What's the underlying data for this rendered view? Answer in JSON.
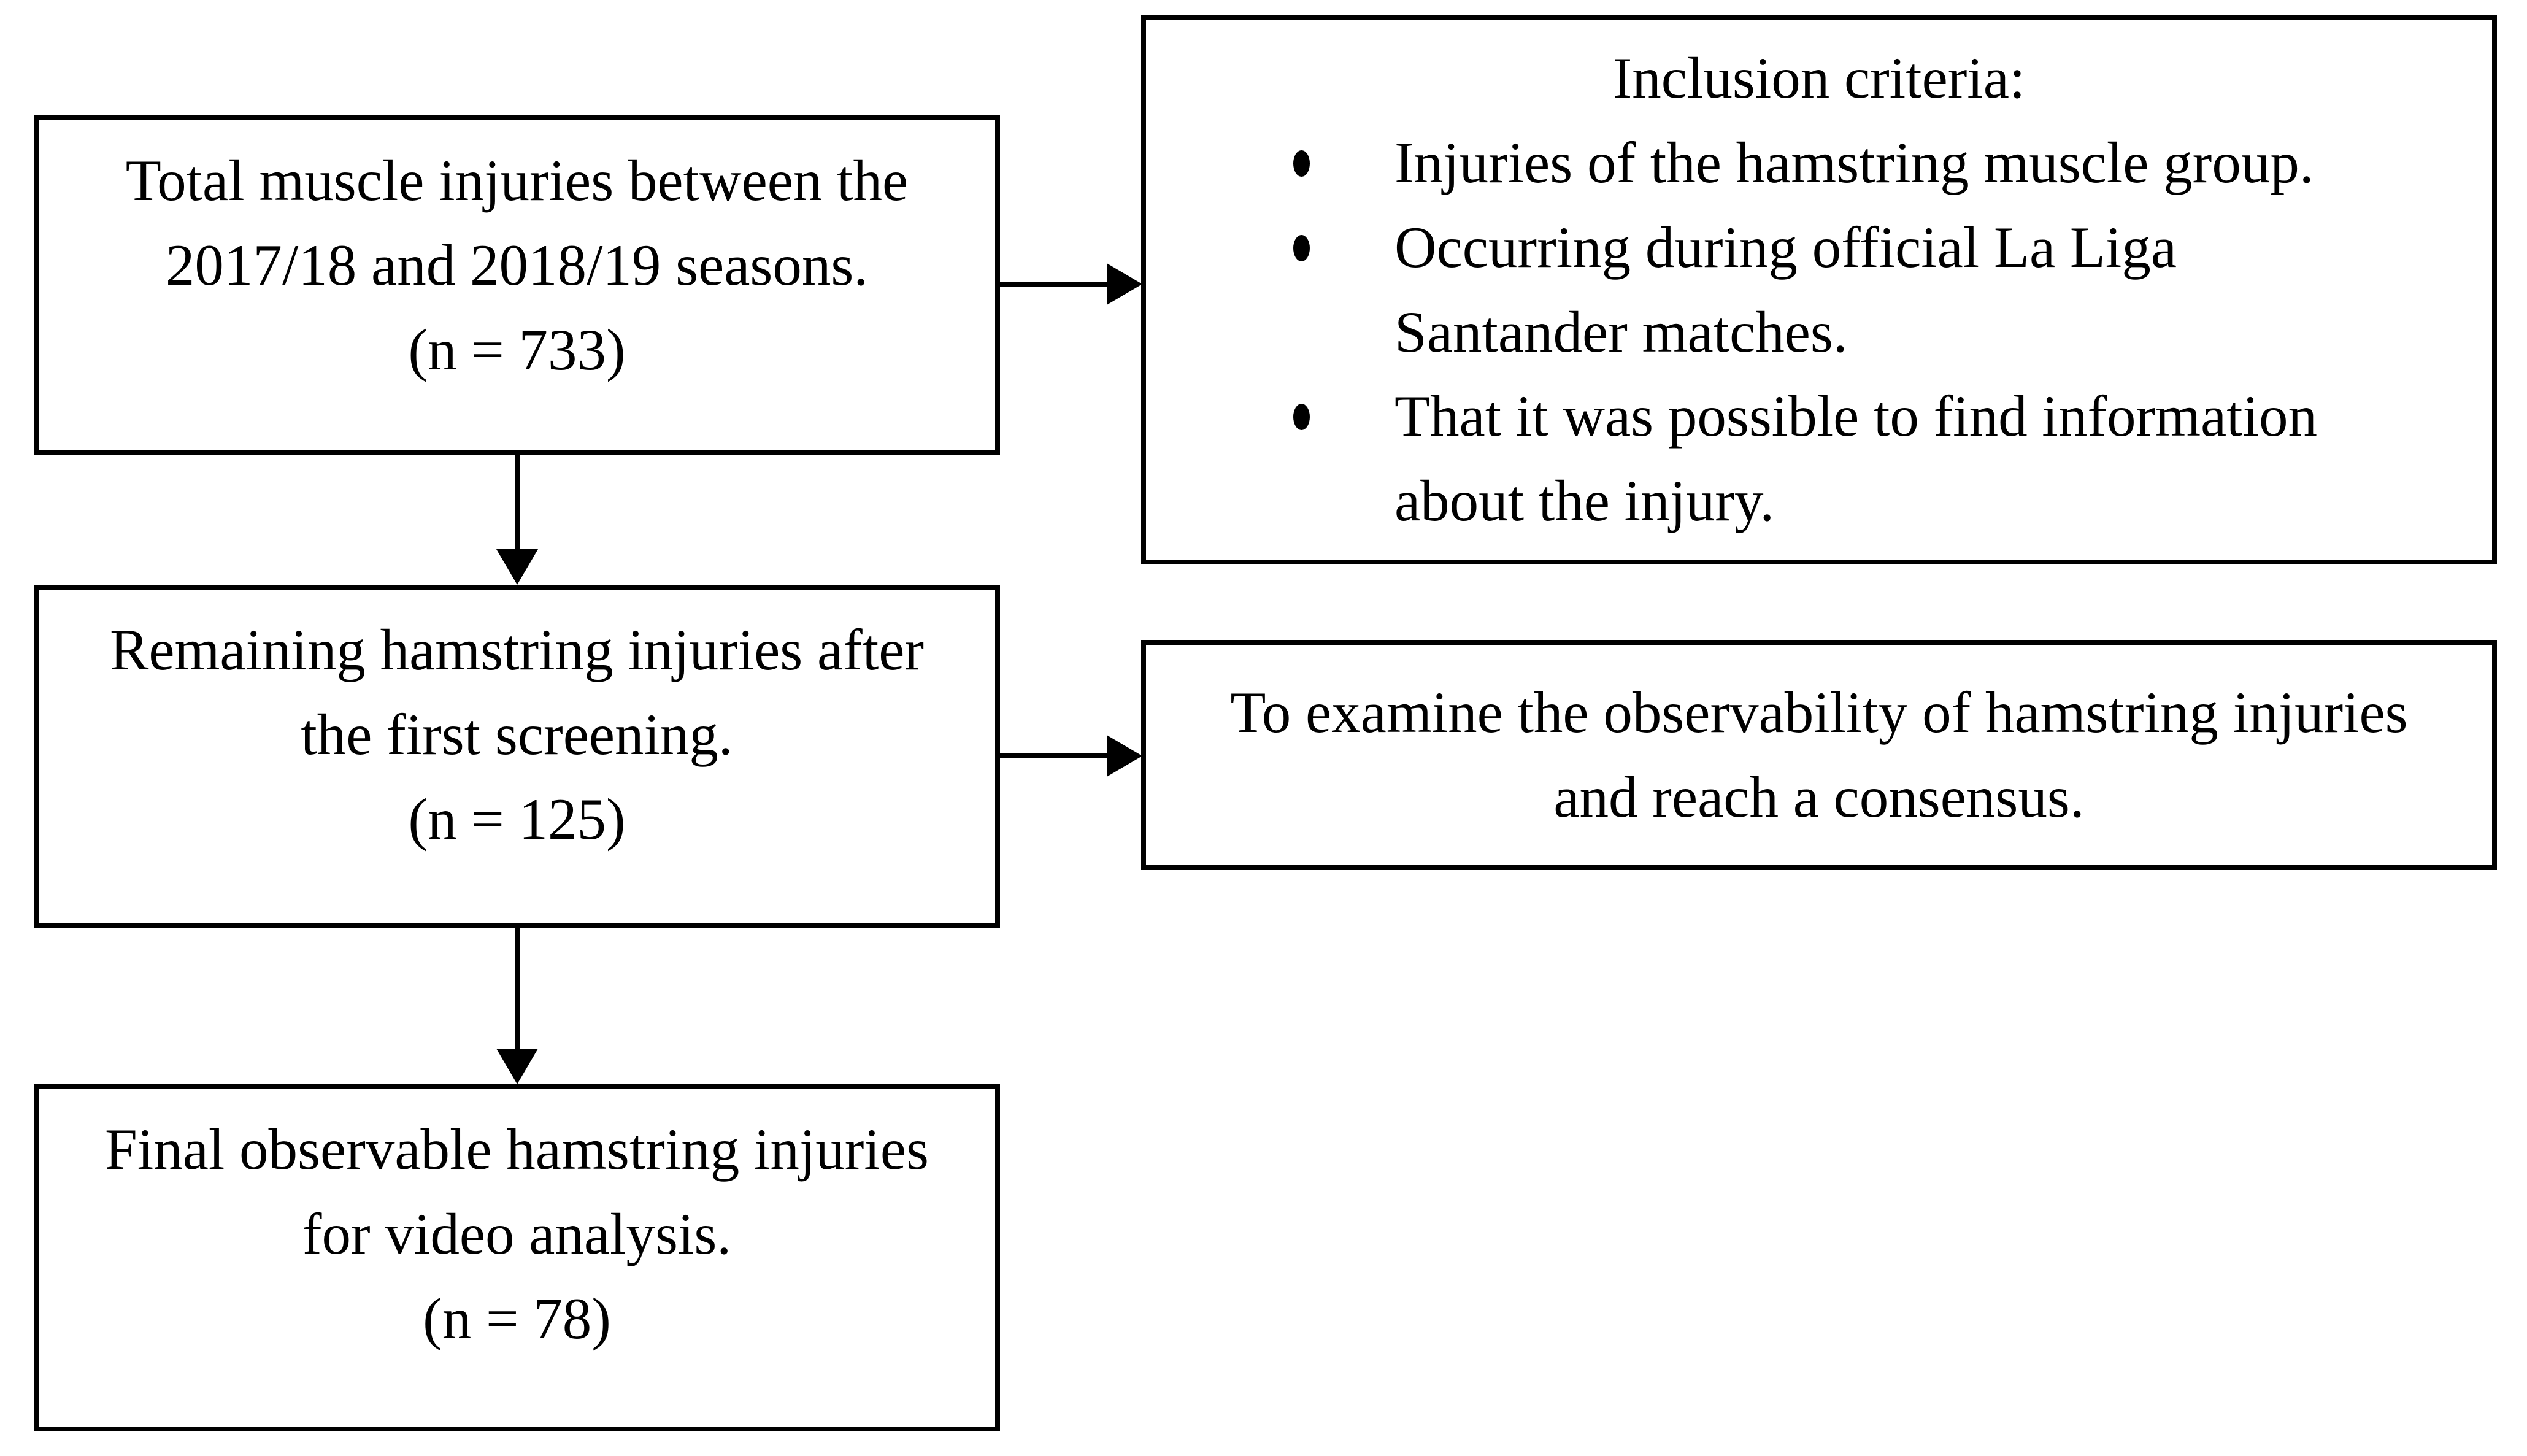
{
  "diagram": {
    "title": "Hamstring injury screening flowchart",
    "colors": {
      "background": "#ffffff",
      "border": "#000000",
      "text": "#000000"
    },
    "boxes": {
      "total": {
        "lines": [
          "Total muscle injuries between the",
          "2017/18 and 2018/19 seasons.",
          "(n = 733)"
        ],
        "n": 733
      },
      "inclusion": {
        "title": "Inclusion criteria:",
        "bullets": [
          {
            "lines": [
              "Injuries of the hamstring muscle group."
            ]
          },
          {
            "lines": [
              "Occurring during official La Liga",
              "Santander matches."
            ]
          },
          {
            "lines": [
              "That it was possible to find information",
              "about the injury."
            ]
          }
        ]
      },
      "remaining": {
        "lines": [
          "Remaining hamstring injuries after",
          "the first screening.",
          "(n = 125)"
        ],
        "n": 125
      },
      "examine": {
        "lines": [
          "To examine the observability of hamstring injuries",
          "and reach a consensus."
        ]
      },
      "final": {
        "lines": [
          "Final observable hamstring injuries",
          "for video analysis.",
          "(n = 78)"
        ],
        "n": 78
      }
    }
  }
}
